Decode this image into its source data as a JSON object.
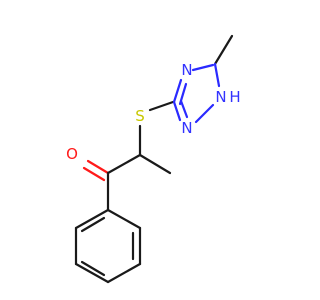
{
  "molecule": {
    "atoms": {
      "sulfur": "S",
      "oxygen": "O",
      "n_top": "N",
      "n_bottom": "N",
      "n_h": "N",
      "h_label": "H"
    },
    "colors": {
      "carbon": "#1a1a1a",
      "nitrogen": "#3333ff",
      "oxygen": "#ff1a1a",
      "sulfur": "#c8c800"
    }
  }
}
